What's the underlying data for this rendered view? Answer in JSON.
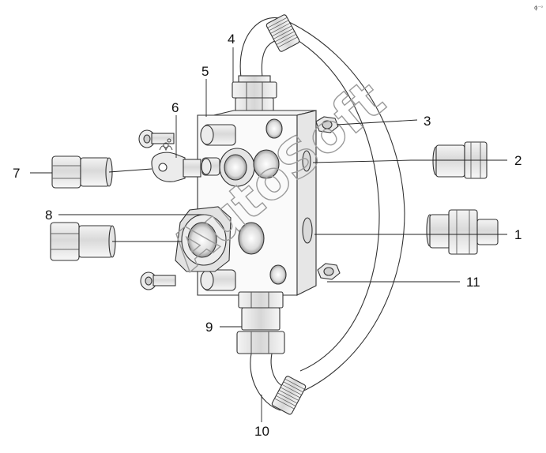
{
  "callouts": {
    "c1": "1",
    "c2": "2",
    "c3": "3",
    "c4": "4",
    "c5": "5",
    "c6": "6",
    "c7": "7",
    "c8": "8",
    "c9": "9",
    "c10": "10",
    "c11": "11"
  },
  "watermark": "AutoSoft",
  "corner_mark": "ɸ⁻ᵒ"
}
